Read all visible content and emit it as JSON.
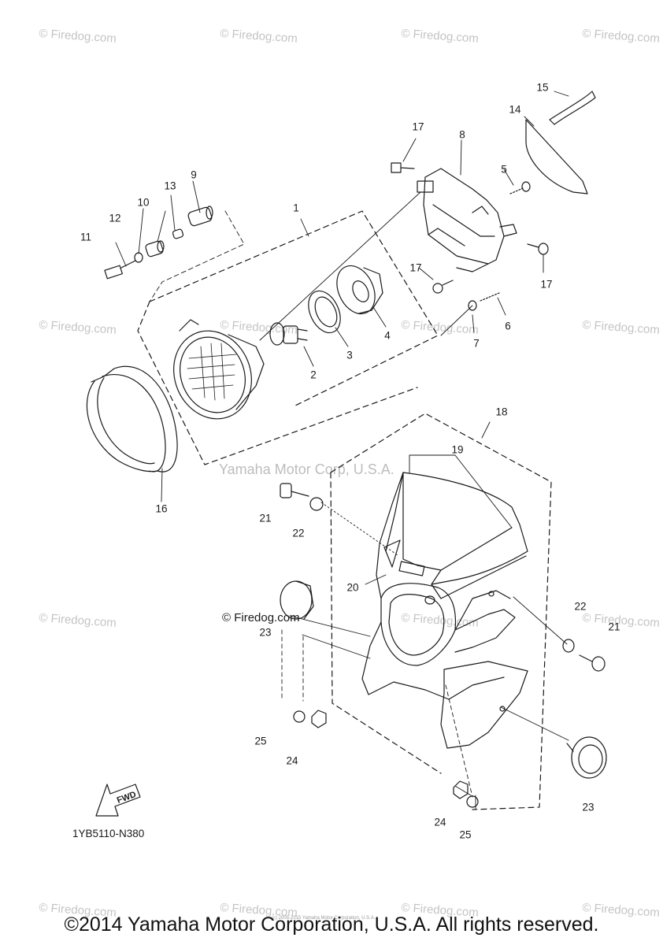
{
  "watermark": "© Firedog.com",
  "center_watermark": "Yamaha Motor Corp, U.S.A.",
  "inline_watermark": "© Firedog.com",
  "diagram_code": "1YB5110-N380",
  "tiny_print": "(c) 2005-2015 Yamaha Motor Corporation, U.S.A.",
  "copyright": "©2014 Yamaha Motor Corporation, U.S.A. All rights reserved.",
  "fwd_label": "FWD",
  "callouts": {
    "c1": "1",
    "c2": "2",
    "c3": "3",
    "c4": "4",
    "c5": "5",
    "c6": "6",
    "c7": "7",
    "c8": "8",
    "c9": "9",
    "c10": "10",
    "c11": "11",
    "c12": "12",
    "c13": "13",
    "c14": "14",
    "c15": "15",
    "c16": "16",
    "c17a": "17",
    "c17b": "17",
    "c17c": "17",
    "c18": "18",
    "c19": "19",
    "c20": "20",
    "c21a": "21",
    "c21b": "21",
    "c22a": "22",
    "c22b": "22",
    "c23a": "23",
    "c23b": "23",
    "c24a": "24",
    "c24b": "24",
    "c25a": "25",
    "c25b": "25"
  },
  "colors": {
    "line": "#1a1a1a",
    "watermark": "#c4c4c4",
    "background": "#ffffff"
  }
}
